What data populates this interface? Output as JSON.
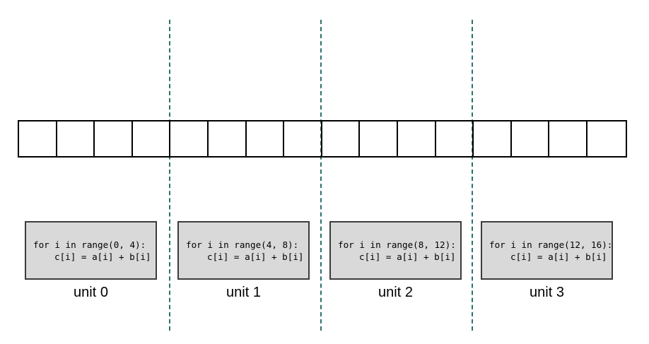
{
  "array": {
    "cell_count": 16
  },
  "units": [
    {
      "line1": "for i in range(0, 4):",
      "line2": "c[i] = a[i] + b[i]",
      "label": "unit 0"
    },
    {
      "line1": "for i in range(4, 8):",
      "line2": "c[i] = a[i] + b[i]",
      "label": "unit 1"
    },
    {
      "line1": "for i in range(8, 12):",
      "line2": "c[i] = a[i] + b[i]",
      "label": "unit 2"
    },
    {
      "line1": "for i in range(12, 16):",
      "line2": "c[i] = a[i] + b[i]",
      "label": "unit 3"
    }
  ],
  "colors": {
    "divider": "#2e6f6c",
    "box_fill": "#d9d9d9"
  }
}
